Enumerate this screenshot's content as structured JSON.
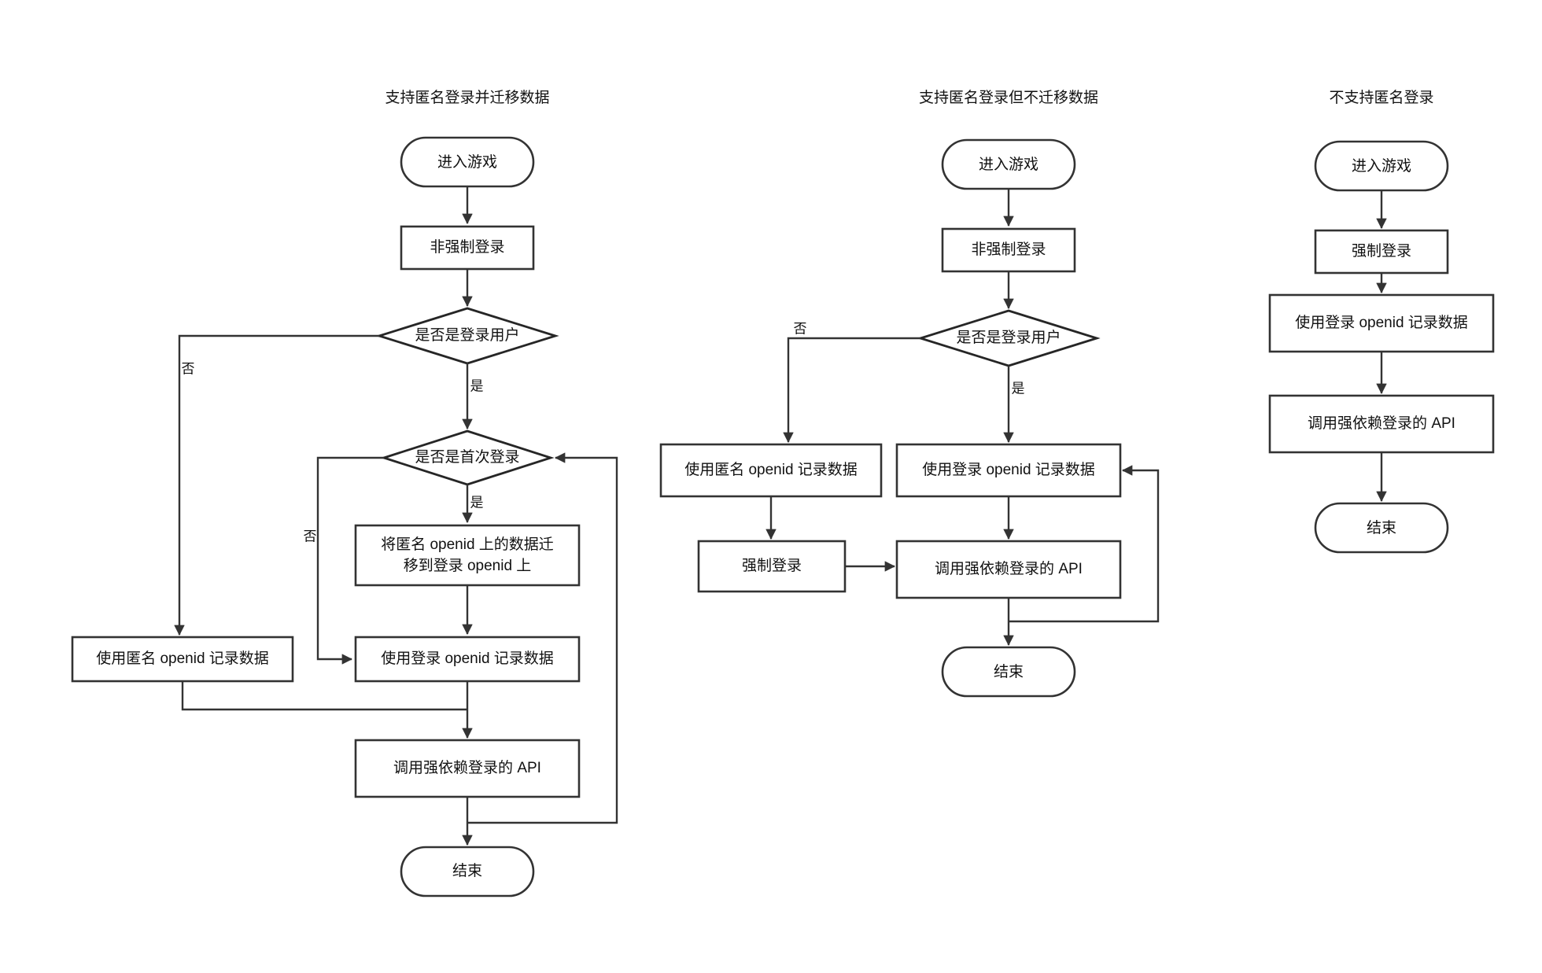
{
  "diagram": {
    "kind": "flowchart",
    "background": "#ffffff",
    "stroke_color": "#333333",
    "text_color": "#111111",
    "labels": {
      "yes": "是",
      "no": "否"
    },
    "columns": [
      {
        "id": "col-1",
        "title": "支持匿名登录并迁移数据",
        "nodes": {
          "start": "进入游戏",
          "login_mode": "非强制登录",
          "decision_is_logged_in": "是否是登录用户",
          "decision_first_login": "是否是首次登录",
          "migrate": "将匿名 openid 上的数据迁\n移到登录 openid 上",
          "migrate_line1": "将匿名 openid 上的数据迁",
          "migrate_line2": "移到登录 openid 上",
          "anon_record": "使用匿名 openid 记录数据",
          "login_record": "使用登录 openid 记录数据",
          "call_api": "调用强依赖登录的 API",
          "end": "结束"
        }
      },
      {
        "id": "col-2",
        "title": "支持匿名登录但不迁移数据",
        "nodes": {
          "start": "进入游戏",
          "login_mode": "非强制登录",
          "decision_is_logged_in": "是否是登录用户",
          "anon_record": "使用匿名 openid 记录数据",
          "login_record": "使用登录 openid 记录数据",
          "force_login": "强制登录",
          "call_api": "调用强依赖登录的 API",
          "end": "结束"
        }
      },
      {
        "id": "col-3",
        "title": "不支持匿名登录",
        "nodes": {
          "start": "进入游戏",
          "force_login": "强制登录",
          "login_record": "使用登录 openid 记录数据",
          "call_api": "调用强依赖登录的 API",
          "end": "结束"
        }
      }
    ]
  }
}
